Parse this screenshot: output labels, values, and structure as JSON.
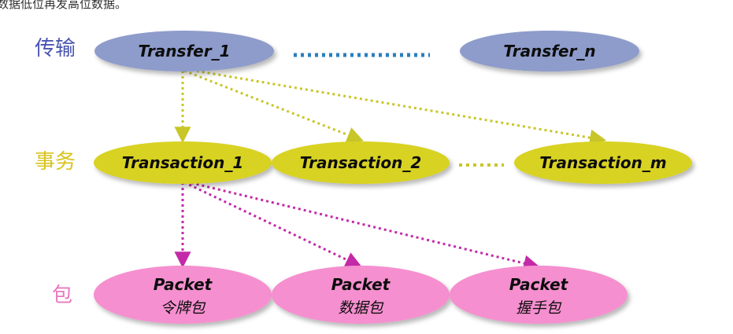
{
  "page": {
    "top_text": "数据低位再发高位数据。"
  },
  "levels": {
    "transfer_label": "传输",
    "transaction_label": "事务",
    "packet_label": "包"
  },
  "transfers": [
    {
      "label": "Transfer_1"
    },
    {
      "label": "Transfer_n"
    }
  ],
  "transactions": [
    {
      "label": "Transaction_1"
    },
    {
      "label": "Transaction_2"
    },
    {
      "label": "Transaction_m"
    }
  ],
  "packets": [
    {
      "label": "Packet",
      "sub": "令牌包"
    },
    {
      "label": "Packet",
      "sub": "数据包"
    },
    {
      "label": "Packet",
      "sub": "握手包"
    }
  ],
  "colors": {
    "transfer_label": "#4a55b0",
    "transaction_label": "#d8c41e",
    "packet_label": "#e879c0",
    "transfer_fill": "#8e9ccb",
    "transaction_fill": "#d8d223",
    "packet_fill": "#f58fcf",
    "blue_dots": "#2a7fc0",
    "yellow_arrows": "#c8c628",
    "magenta_arrows": "#c429a8"
  }
}
